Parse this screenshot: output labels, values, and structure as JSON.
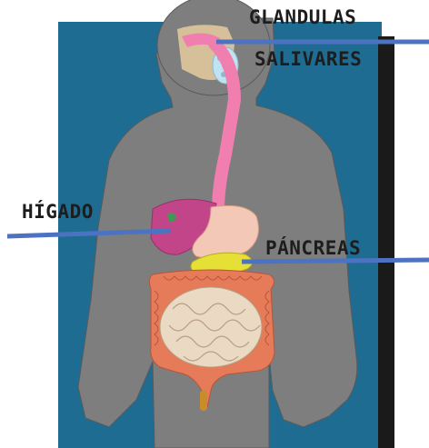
{
  "diagram": {
    "labels": {
      "salivary_line1": "GLANDULAS",
      "salivary_line2": "SALIVARES",
      "liver": "HÍGADO",
      "pancreas": "PÁNCREAS"
    },
    "colors": {
      "background_panel": "#1f6c93",
      "body": "#7e7e7e",
      "esophagus": "#f07fb0",
      "stomach": "#f3c8b7",
      "liver": "#c2458a",
      "pancreas": "#e6df35",
      "large_intestine": "#e57b58",
      "small_intestine": "#ead9c3",
      "label_line": "#4c73c2",
      "side_bar": "#1a1a1a"
    }
  }
}
